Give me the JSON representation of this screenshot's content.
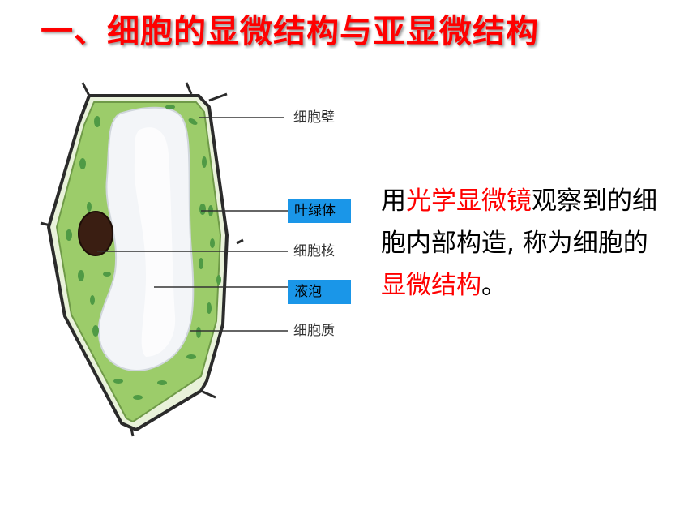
{
  "slide": {
    "title": "一、细胞的显微结构与亚显微结构"
  },
  "diagram": {
    "labels": {
      "cell_wall": "细胞壁",
      "chloroplast": "叶绿体",
      "nucleus": "细胞核",
      "vacuole": "液泡",
      "cytoplasm": "细胞质"
    },
    "highlight_color": "#1a96e8"
  },
  "description": {
    "p1": "用",
    "p2": "光学显微镜",
    "p3": "观察到的细胞内部构造, 称为细胞的",
    "p4": "显微结构",
    "p5": "。"
  },
  "colors": {
    "title": "#ff0000",
    "highlight_text": "#ff0000",
    "cytoplasm": "#9ccc6a",
    "chloroplast": "#4f9a45"
  }
}
